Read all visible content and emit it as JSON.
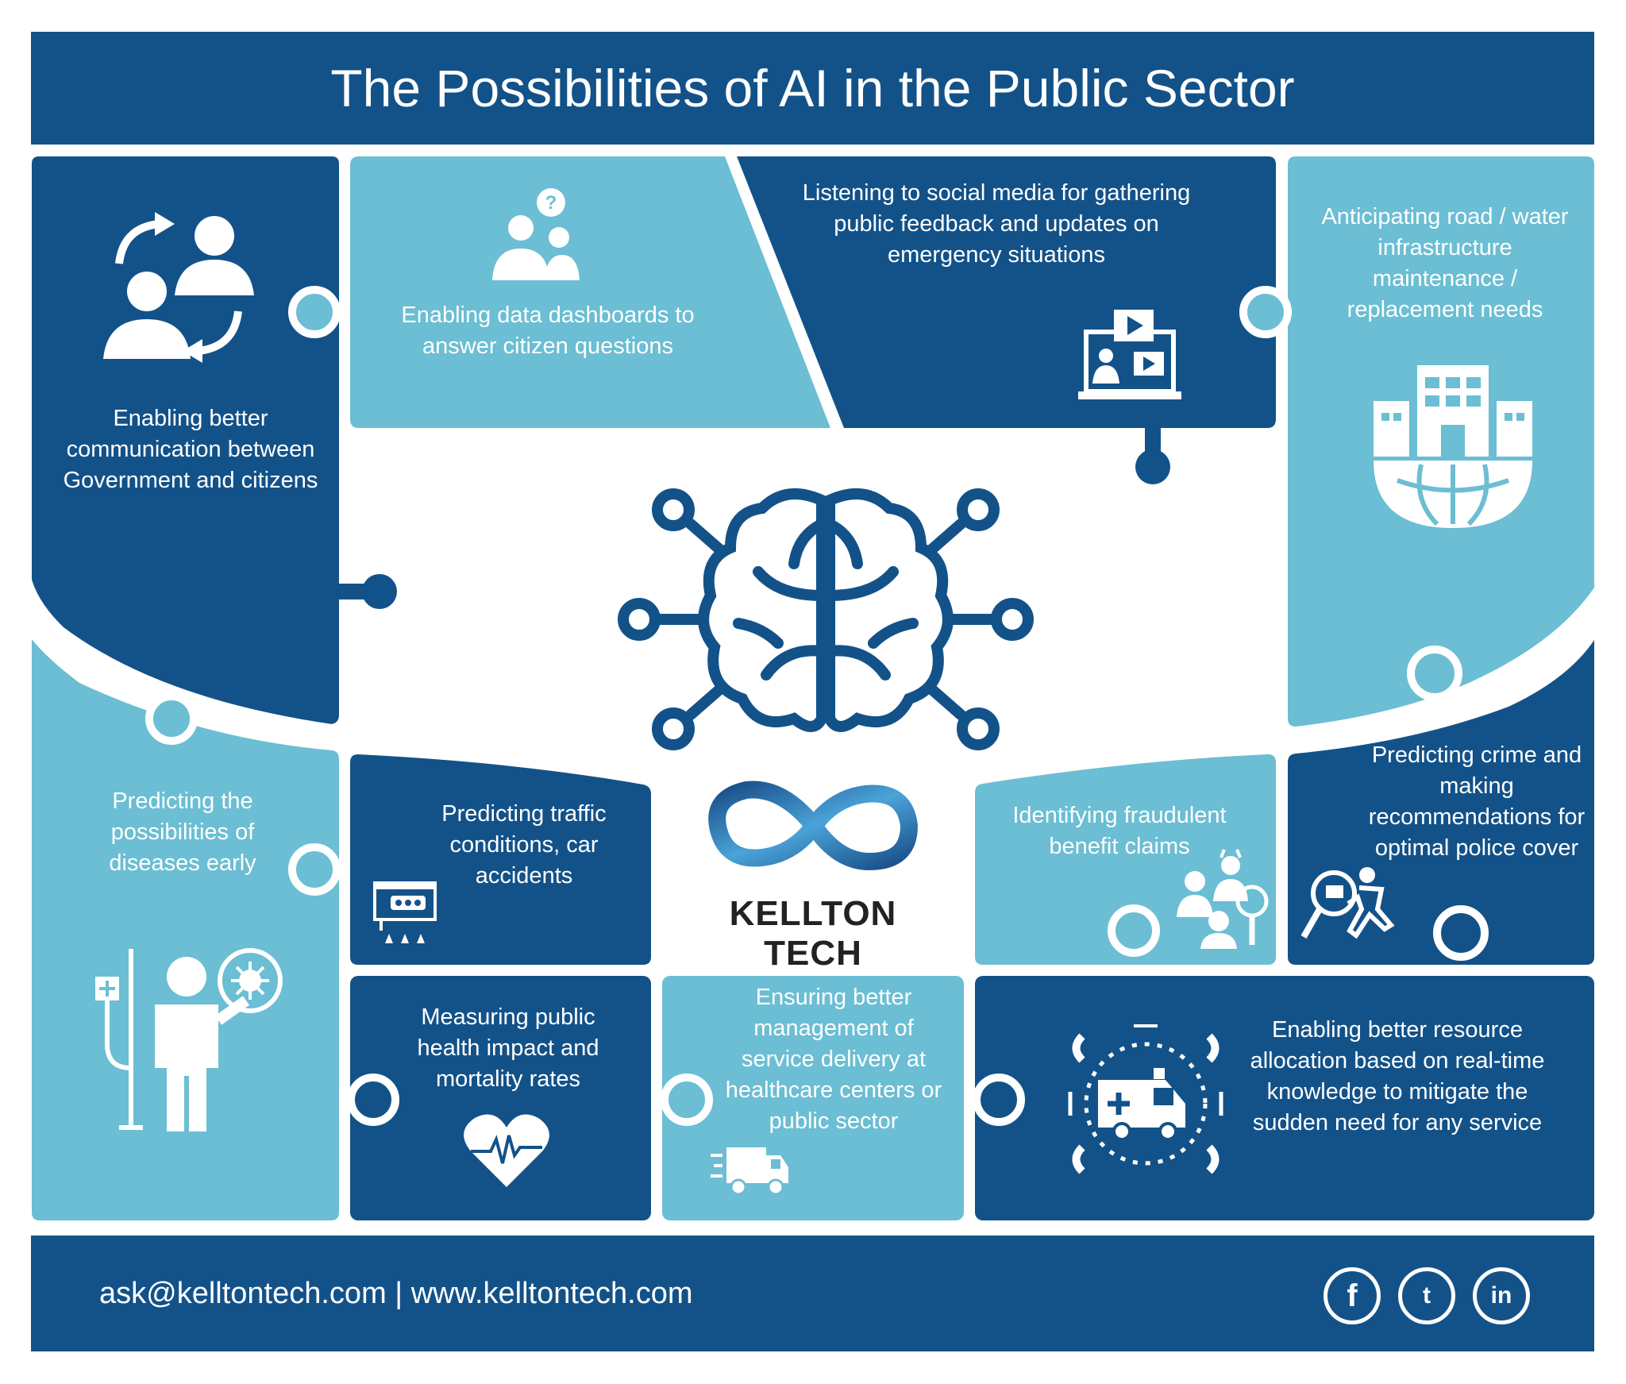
{
  "title": "The Possibilities of AI in the Public Sector",
  "tiles": {
    "communication": "Enabling better communication between Government and citizens",
    "dashboards": "Enabling data dashboards to answer citizen questions",
    "social_media": "Listening to social media for gathering public feedback and updates on emergency situations",
    "infrastructure": "Anticipating road / water infrastructure maintenance / replacement needs",
    "diseases": "Predicting the possibilities of diseases early",
    "traffic": "Predicting traffic conditions, car accidents",
    "fraud": "Identifying fraudulent benefit claims",
    "crime": "Predicting crime and making recommendations for optimal police cover",
    "health_impact": "Measuring public health impact and mortality rates",
    "service_delivery": "Ensuring better management of service delivery at healthcare centers or public sector",
    "resource_allocation": "Enabling better resource allocation based on real-time knowledge to mitigate the sudden need for any service"
  },
  "brand": {
    "name": "KELLTON TECH"
  },
  "footer": {
    "contact": "ask@kelltontech.com | www.kelltontech.com"
  },
  "social": {
    "facebook": "f",
    "twitter": "t",
    "linkedin": "in"
  },
  "colors": {
    "dark_blue": "#135289",
    "light_blue": "#6bbed3",
    "white": "#ffffff"
  }
}
